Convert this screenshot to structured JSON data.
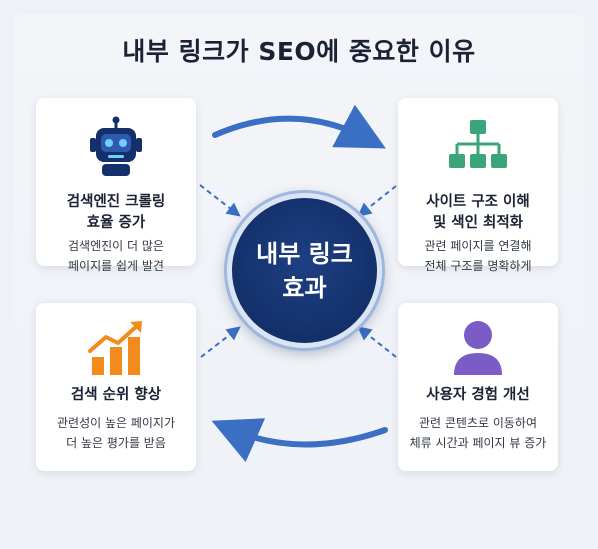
{
  "title": "내부 링크가 SEO에 중요한 이유",
  "center": {
    "label": "내부 링크\n효과"
  },
  "cards": {
    "top_left": {
      "icon": "robot-icon",
      "title": "검색엔진 크롤링\n효율 증가",
      "desc": "검색엔진이 더 많은\n페이지를 쉽게 발견"
    },
    "top_right": {
      "icon": "site-structure-icon",
      "title": "사이트 구조 이해\n및 색인 최적화",
      "desc": "관련 페이지를 연결해\n전체 구조를 명확하게"
    },
    "bottom_left": {
      "icon": "growth-chart-icon",
      "title": "검색 순위 향상",
      "desc": "관련성이 높은 페이지가\n더 높은 평가를 받음"
    },
    "bottom_right": {
      "icon": "user-icon",
      "title": "사용자 경험 개선",
      "desc": "관련 콘텐츠로 이동하여\n체류 시간과 페이지 뷰 증가"
    }
  },
  "colors": {
    "navy": "#13306a",
    "blue_arrow": "#3a6fc4",
    "green_icon": "#3aa57a",
    "orange_icon": "#f28a1c",
    "purple_icon": "#7b5cc7"
  }
}
